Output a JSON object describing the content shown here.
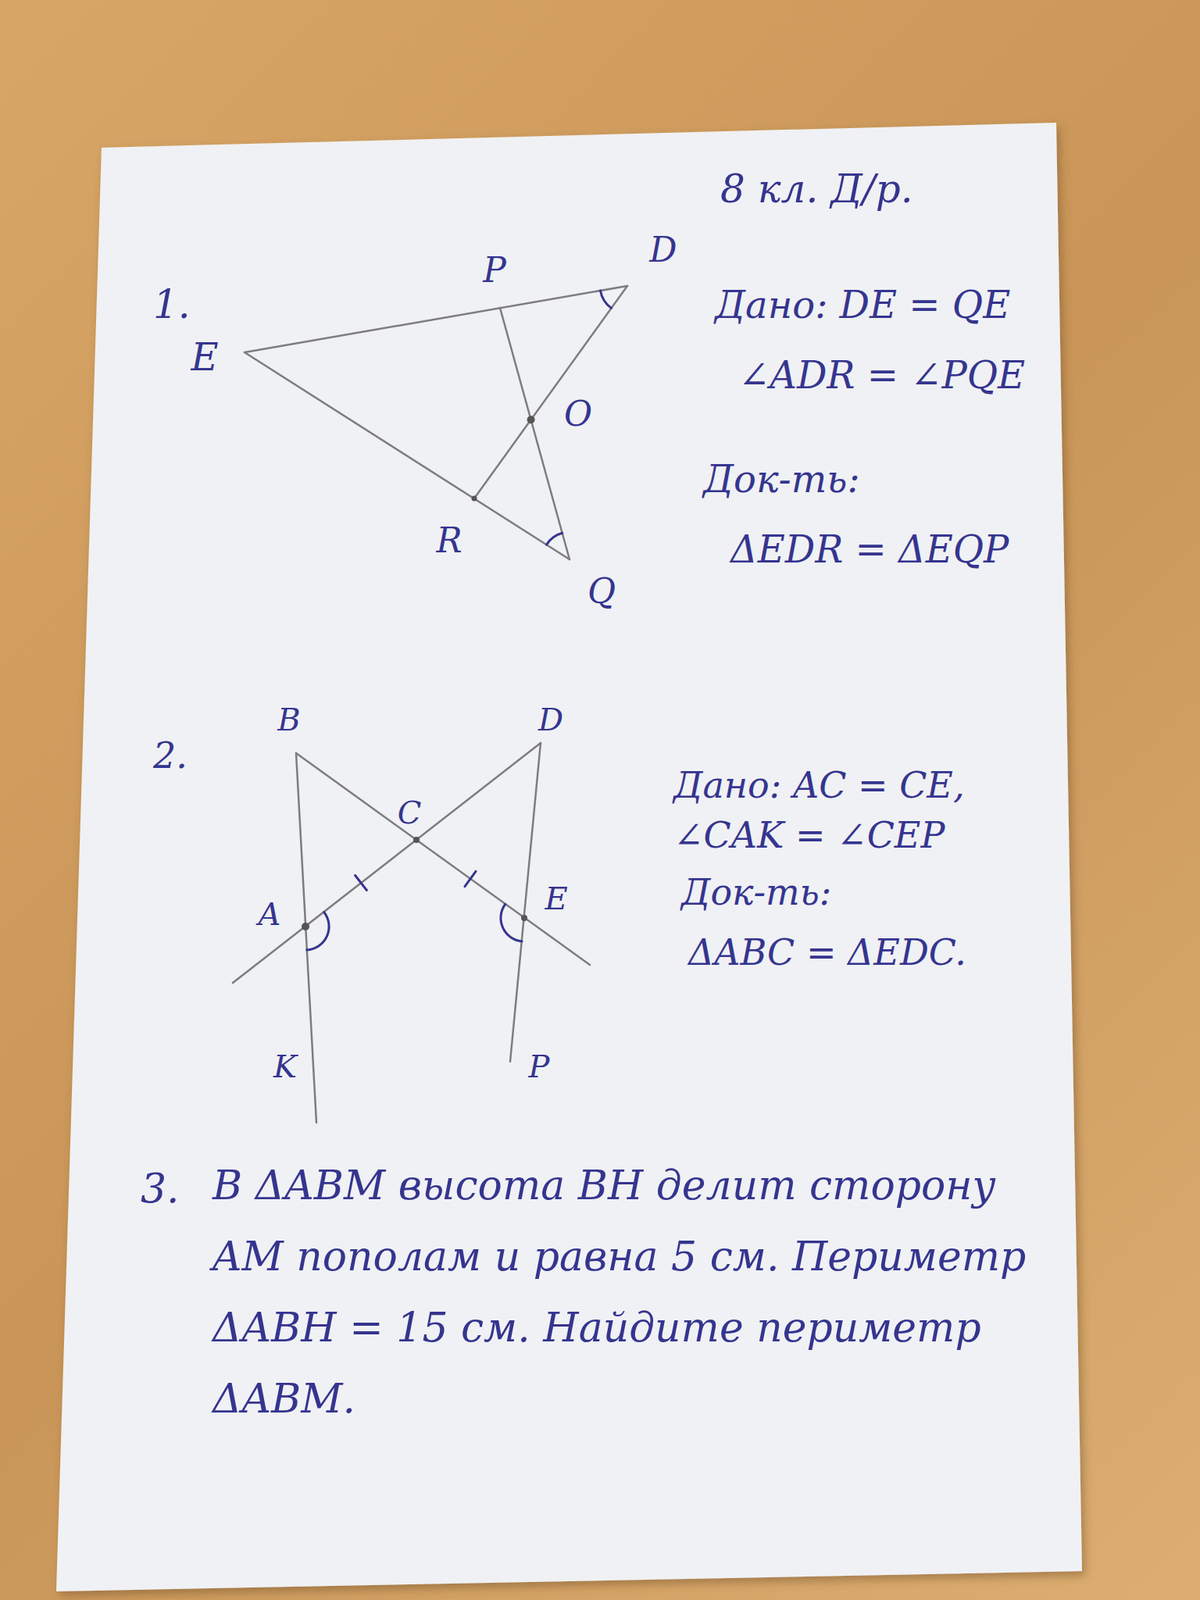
{
  "diagram": {
    "title": "8 кл. Д/р.",
    "labels": [
      "1.",
      "E",
      "P",
      "D",
      "O",
      "R",
      "Q",
      "Дано: DE = QE",
      "∠ADR = ∠PQE",
      "Док-ть:",
      "ΔEDR = ΔEQP",
      "2.",
      "B",
      "D",
      "C",
      "A",
      "E",
      "K",
      "P",
      "Дано: AC = CE,",
      "∠CAK = ∠CEP",
      "Док-ть:",
      "ΔABC = ΔEDC.",
      "3.",
      "В ΔABM высота BH делит сторону AM пополам и равна 5 см. Периметр ΔABH = 15 см. Найдите периметр ΔABM."
    ]
  }
}
